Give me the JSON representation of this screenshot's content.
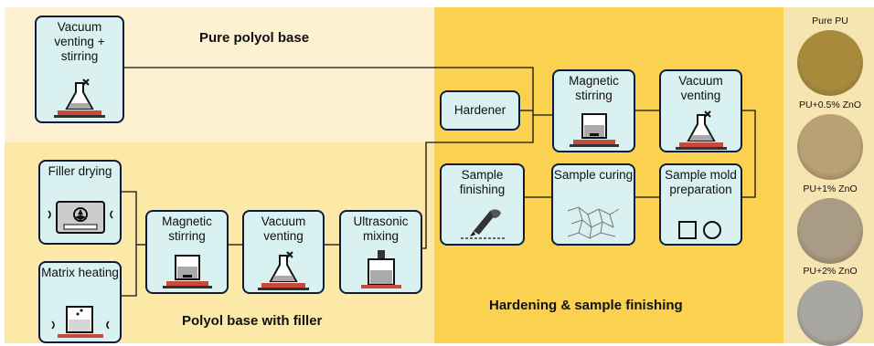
{
  "sections": {
    "pure": "Pure polyol base",
    "filler": "Polyol base with filler",
    "hardening": "Hardening & sample finishing"
  },
  "steps": {
    "vacuum_stirring": "Vacuum venting + stirring",
    "filler_drying": "Filler drying",
    "matrix_heating": "Matrix heating",
    "magnetic_1": "Magnetic stirring",
    "vacuum_1": "Vacuum venting",
    "ultrasonic": "Ultrasonic mixing",
    "hardener": "Hardener",
    "magnetic_2": "Magnetic stirring",
    "vacuum_2": "Vacuum venting",
    "finishing": "Sample finishing",
    "curing": "Sample curing",
    "mold": "Sample mold preparation"
  },
  "samples": [
    {
      "label": "Pure PU",
      "color": "#a88a3c"
    },
    {
      "label": "PU+0.5% ZnO",
      "color": "#b9a176"
    },
    {
      "label": "PU+1% ZnO",
      "color": "#a99b84"
    },
    {
      "label": "PU+2% ZnO",
      "color": "#a8a6a0"
    }
  ],
  "colors": {
    "box_fill": "#d9f1f1",
    "box_border": "#0d1b3d",
    "pure_bg": "#fdf1d2",
    "filler_bg": "#fce9a8",
    "hardening_bg": "#fbd24f"
  }
}
